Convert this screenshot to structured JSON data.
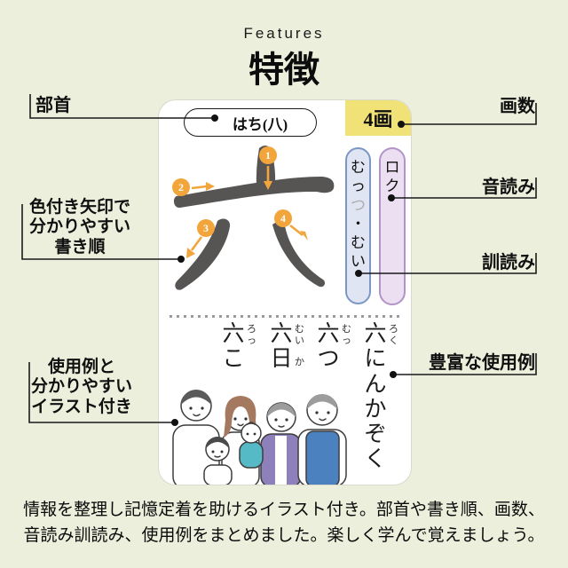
{
  "header": {
    "eyebrow": "Features",
    "title": "特徴"
  },
  "labels": {
    "radical": "部首",
    "stroke_count": "画数",
    "on_reading": "音読み",
    "kun_reading": "訓読み",
    "rich_examples": "豊富な使用例",
    "stroke_order_lines": [
      "色付き矢印で",
      "分かりやすい",
      "書き順"
    ],
    "illustration_lines": [
      "使用例と",
      "分かりやすい",
      "イラスト付き"
    ]
  },
  "card": {
    "radical_reading": "はち(八)",
    "stroke_count": "4画",
    "kanji": "六",
    "on_reading": "ロク",
    "kun_reading": {
      "lead": "むっ",
      "okurigana": "つ",
      "rest": "・むい"
    },
    "stroke_order_numbers": [
      "1",
      "2",
      "3",
      "4"
    ],
    "usage_examples": [
      {
        "word": "六にんかぞく",
        "ruby": "ろく"
      },
      {
        "word": "六つ",
        "ruby": "むっ"
      },
      {
        "word": "六日",
        "ruby": "むい",
        "ruby2": "か"
      },
      {
        "word": "六こ",
        "ruby": "ろっ"
      }
    ]
  },
  "footer": {
    "lines": [
      "情報を整理し記憶定着を助けるイラスト付き。部首や書き順、画数、",
      "音読み訓読み、使用例をまとめました。楽しく学んで覚えましょう。"
    ]
  },
  "colors": {
    "background": "#ECEFDC",
    "card": "#FFFFFF",
    "stroke_count_badge": "#F0E277",
    "kun_pill_fill": "#DFE5F2",
    "kun_pill_border": "#7C97C5",
    "on_pill_fill": "#EBDFF1",
    "on_pill_border": "#B394C6",
    "arrow_orange": "#F2A53B",
    "kanji_gray": "#575454"
  }
}
